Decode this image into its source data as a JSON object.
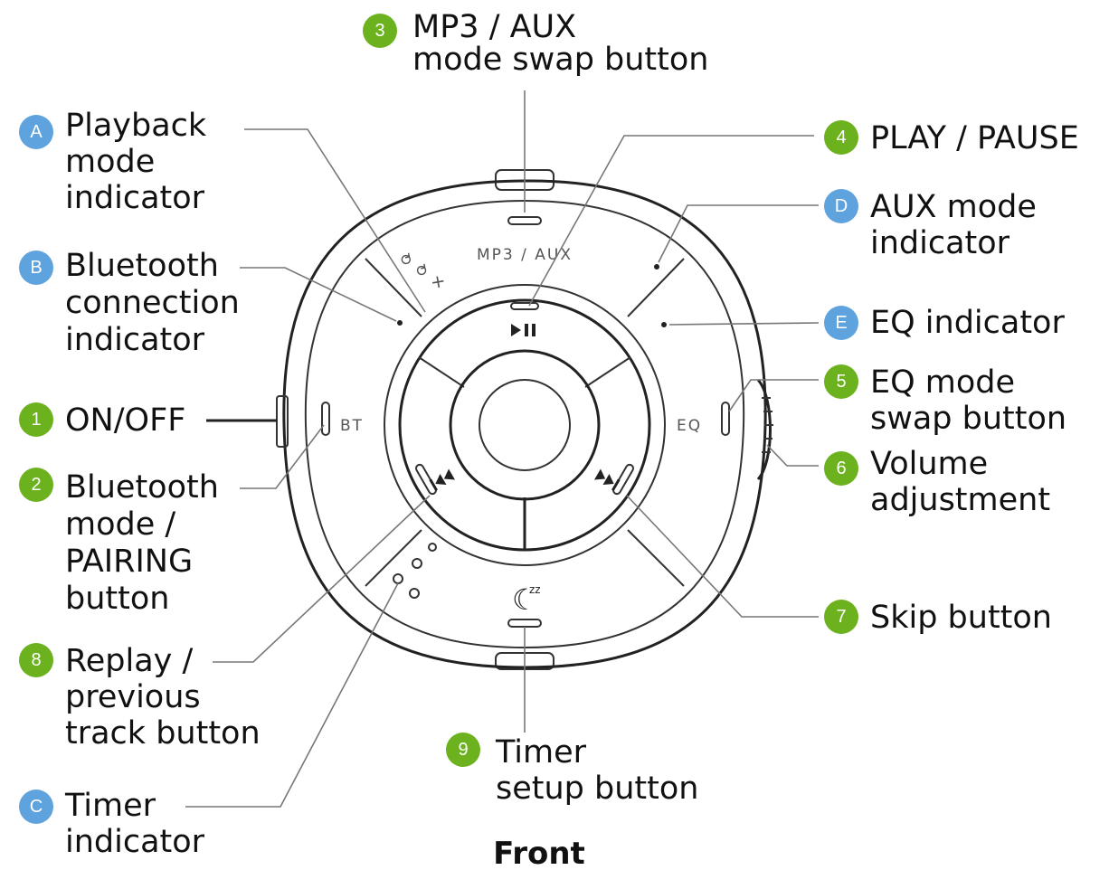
{
  "colors": {
    "number_badge": "#6cb21e",
    "letter_badge": "#5fa3de"
  },
  "callouts": [
    {
      "id": "3",
      "badge": "3",
      "kind": "number",
      "lines": [
        "MP3 / AUX",
        "mode swap button"
      ]
    },
    {
      "id": "A",
      "badge": "A",
      "kind": "letter",
      "lines": [
        "Playback",
        "mode",
        "indicator"
      ]
    },
    {
      "id": "4",
      "badge": "4",
      "kind": "number",
      "lines": [
        "PLAY / PAUSE"
      ]
    },
    {
      "id": "D",
      "badge": "D",
      "kind": "letter",
      "lines": [
        "AUX mode",
        "indicator"
      ]
    },
    {
      "id": "B",
      "badge": "B",
      "kind": "letter",
      "lines": [
        "Bluetooth",
        "connection",
        "indicator"
      ]
    },
    {
      "id": "E",
      "badge": "E",
      "kind": "letter",
      "lines": [
        "EQ indicator"
      ]
    },
    {
      "id": "5",
      "badge": "5",
      "kind": "number",
      "lines": [
        "EQ mode",
        "swap button"
      ]
    },
    {
      "id": "1",
      "badge": "1",
      "kind": "number",
      "lines": [
        "ON/OFF"
      ]
    },
    {
      "id": "6",
      "badge": "6",
      "kind": "number",
      "lines": [
        "Volume",
        "adjustment"
      ]
    },
    {
      "id": "2",
      "badge": "2",
      "kind": "number",
      "lines": [
        "Bluetooth",
        "mode /",
        "PAIRING",
        "button"
      ]
    },
    {
      "id": "7",
      "badge": "7",
      "kind": "number",
      "lines": [
        "Skip button"
      ]
    },
    {
      "id": "8",
      "badge": "8",
      "kind": "number",
      "lines": [
        "Replay /",
        "previous",
        "track button"
      ]
    },
    {
      "id": "9",
      "badge": "9",
      "kind": "number",
      "lines": [
        "Timer",
        "setup button"
      ]
    },
    {
      "id": "C",
      "badge": "C",
      "kind": "letter",
      "lines": [
        "Timer",
        "indicator"
      ]
    }
  ],
  "device": {
    "panel_mode_label": "MP3 / AUX",
    "bt_label": "BT",
    "eq_label": "EQ",
    "playback_mode_glyphs": "⥁ ⥁ ✕",
    "play_pause_icon": "play-pause-icon",
    "previous_icon": "previous-track-icon",
    "skip_icon": "skip-track-icon",
    "timer_icon": "moon-timer-icon",
    "timer_glyph": "☾",
    "timer_z_glyph": "zz"
  },
  "caption": "Front"
}
